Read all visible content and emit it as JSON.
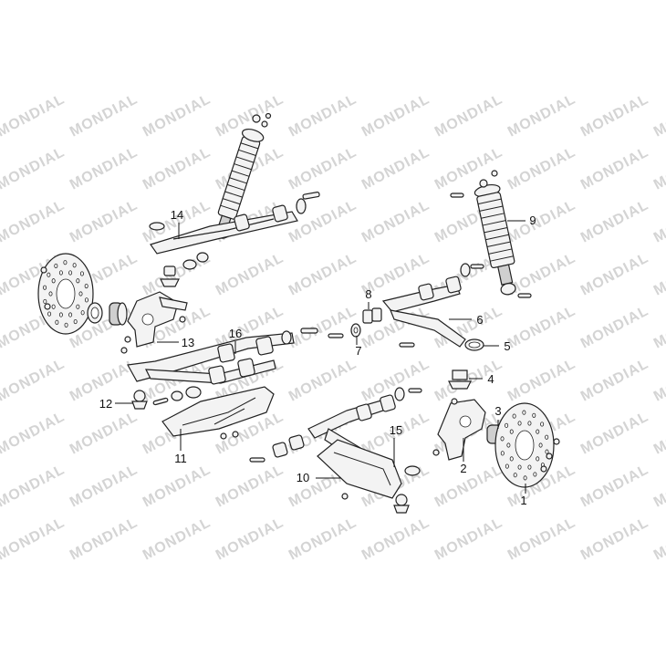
{
  "watermark": {
    "text": "MONDIAL",
    "color": "#d4d4d4"
  },
  "callouts": [
    {
      "num": "1"
    },
    {
      "num": "2"
    },
    {
      "num": "3"
    },
    {
      "num": "4"
    },
    {
      "num": "5"
    },
    {
      "num": "6"
    },
    {
      "num": "7"
    },
    {
      "num": "8"
    },
    {
      "num": "9"
    },
    {
      "num": "10"
    },
    {
      "num": "11"
    },
    {
      "num": "12"
    },
    {
      "num": "13"
    },
    {
      "num": "14"
    },
    {
      "num": "15"
    },
    {
      "num": "16"
    }
  ],
  "parts": [
    {
      "icon": "brake-disc-icon"
    },
    {
      "icon": "steering-knuckle-icon"
    },
    {
      "icon": "wheel-bearing-icon"
    },
    {
      "icon": "ball-joint-icon"
    },
    {
      "icon": "o-ring-icon"
    },
    {
      "icon": "upper-a-arm-icon"
    },
    {
      "icon": "washer-icon"
    },
    {
      "icon": "bushing-icon"
    },
    {
      "icon": "shock-absorber-icon"
    },
    {
      "icon": "skid-plate-icon"
    },
    {
      "icon": "skid-plate-icon"
    },
    {
      "icon": "ball-joint-icon"
    },
    {
      "icon": "steering-knuckle-icon"
    },
    {
      "icon": "upper-a-arm-icon"
    },
    {
      "icon": "lower-a-arm-icon"
    },
    {
      "icon": "lower-a-arm-icon"
    }
  ]
}
